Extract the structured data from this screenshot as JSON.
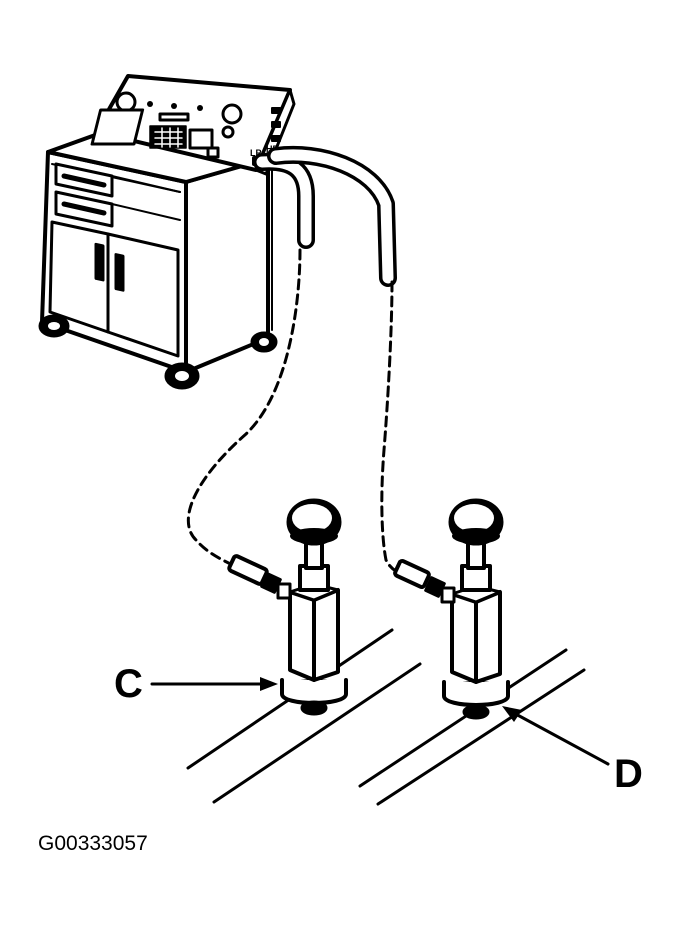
{
  "figure": {
    "callouts": {
      "c": "C",
      "d": "D"
    },
    "panel_labels": {
      "port_1": "LP",
      "port_2": "HP"
    },
    "figure_id": "G00333057"
  },
  "colors": {
    "ink": "#000000",
    "paper": "#ffffff"
  }
}
